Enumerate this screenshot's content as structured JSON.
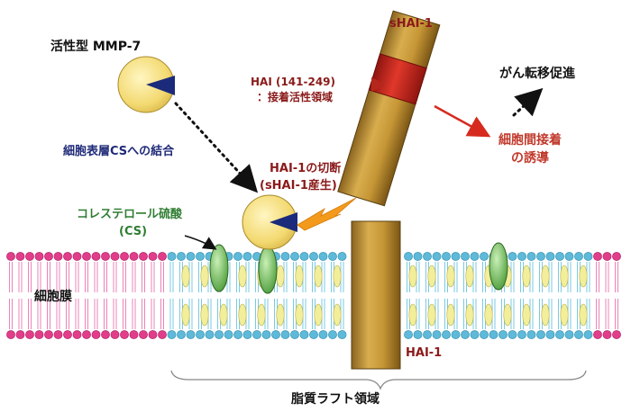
{
  "labels": {
    "active_mmp7": "活性型 MMP-7",
    "cs_binding": "細胞表層CSへの結合",
    "cholesterol_sulfate_line1": "コレステロール硫酸",
    "cholesterol_sulfate_line2": "(CS)",
    "cell_membrane": "細胞膜",
    "lipid_raft": "脂質ラフト領域",
    "hai1_cleavage_line1": "HAI-1の切断",
    "hai1_cleavage_line2": "(sHAI-1産生)",
    "shai1": "sHAI-1",
    "hai1": "HAI-1",
    "hai_region_line1": "HAI (141-249)",
    "hai_region_line2": "：接着活性領域",
    "cell_adhesion_line1": "細胞間接着",
    "cell_adhesion_line2": "の誘導",
    "metastasis": "がん転移促進"
  },
  "colors": {
    "black_text": "#111111",
    "navy_text": "#1f2a78",
    "green_text": "#2f7d32",
    "darkred_text": "#8b1a1a",
    "red_text": "#c0392b",
    "mmp_fill": "#f7e08a",
    "mmp_notch": "#1b2a7a",
    "rod_fill": "#c79a3a",
    "rod_red": "#d62a1e",
    "head_pink": "#e23d8a",
    "head_blue": "#5fb9d8",
    "cholesterol": "#f2ee9a",
    "cs_green": "#7cc06a",
    "spark": "#f39a1c"
  }
}
